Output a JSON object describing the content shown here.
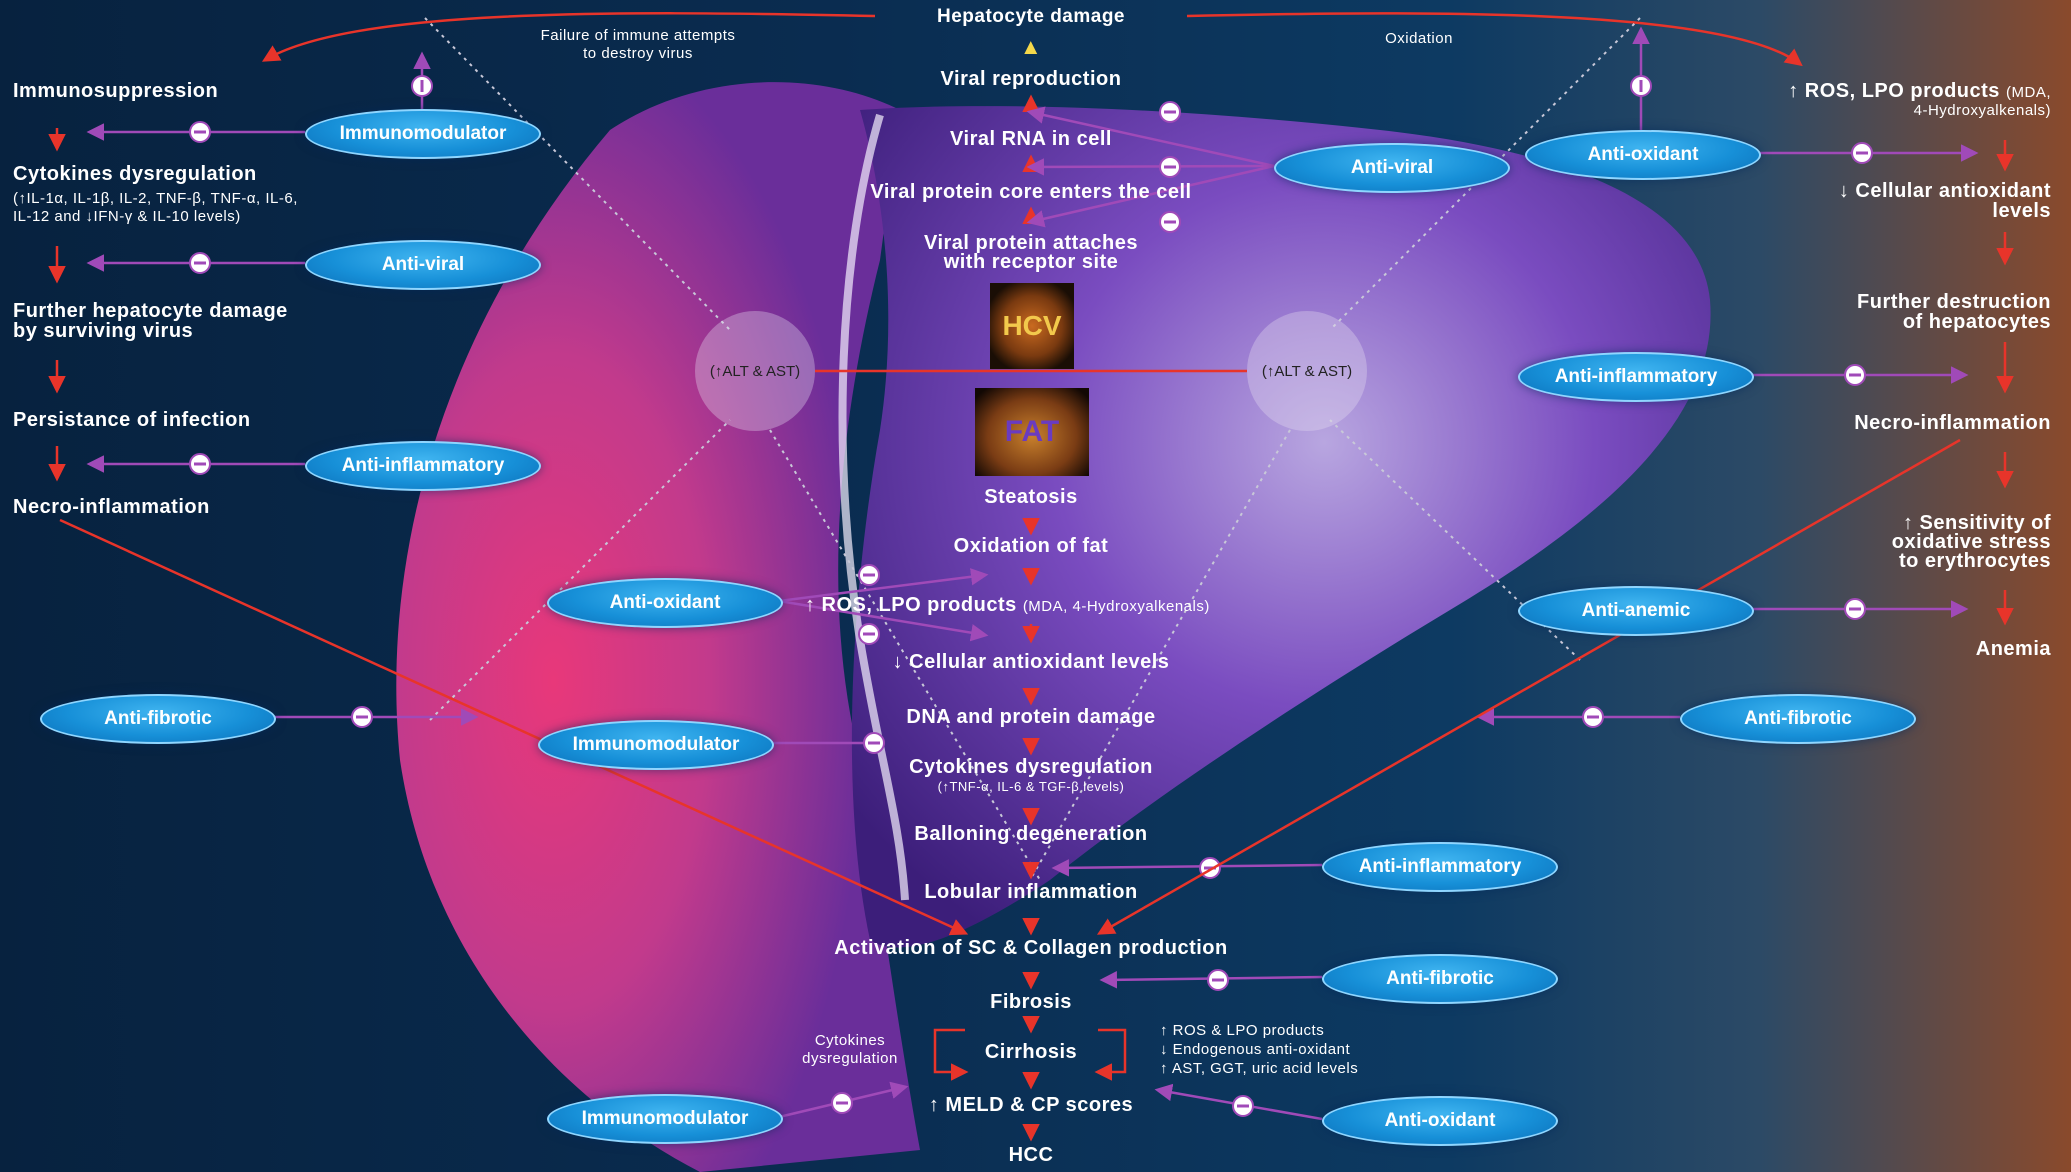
{
  "top": {
    "hepatocyte_damage": "Hepatocyte damage",
    "failure_note": "Failure of immune attempts to destroy virus",
    "oxidation": "Oxidation"
  },
  "left": {
    "immunosuppression": "Immunosuppression",
    "cytokines": "Cytokines dysregulation",
    "cytokines_sub1": "(↑IL-1α, IL-1β, IL-2, TNF-β, TNF-α, IL-6,",
    "cytokines_sub2": "IL-12 and ↓IFN-γ & IL-10 levels)",
    "further1": "Further hepatocyte damage",
    "further2": "by surviving virus",
    "persistance": "Persistance of infection",
    "necro": "Necro-inflammation"
  },
  "right": {
    "ros": "↑ ROS, LPO products",
    "ros_small": "(MDA,",
    "ros_sub": "4-Hydroxyalkenals)",
    "cellular1": "↓ Cellular antioxidant",
    "cellular2": "levels",
    "further1": "Further destruction",
    "further2": "of hepatocytes",
    "necro": "Necro-inflammation",
    "sens1": "↑ Sensitivity of",
    "sens2": "oxidative stress",
    "sens3": "to erythrocytes",
    "anemia": "Anemia"
  },
  "center": {
    "viral_reproduction": "Viral reproduction",
    "viral_rna": "Viral RNA in cell",
    "viral_core": "Viral protein core enters the cell",
    "attach1": "Viral protein attaches",
    "attach2": "with receptor site",
    "hcv": "HCV",
    "fat": "FAT",
    "steatosis": "Steatosis",
    "oxidation_fat": "Oxidation of fat",
    "ros": "↑ ROS, LPO products",
    "ros_small": "(MDA, 4-Hydroxyalkenals)",
    "cellular": "↓ Cellular antioxidant levels",
    "dna": "DNA and protein damage",
    "cytokines": "Cytokines dysregulation",
    "cytokines_sub": "(↑TNF-α, IL-6 & TGF-β levels)",
    "ballooning": "Balloning degeneration",
    "lobular": "Lobular inflammation",
    "activation": "Activation of SC & Collagen production",
    "fibrosis": "Fibrosis",
    "cirrhosis": "Cirrhosis",
    "meld": "↑ MELD & CP scores",
    "hcc": "HCC",
    "cyt_note1": "Cytokines",
    "cyt_note2": "dysregulation",
    "cirr_note1": "↑ ROS & LPO products",
    "cirr_note2": "↓ Endogenous anti-oxidant",
    "cirr_note3": "↑ AST, GGT, uric acid levels"
  },
  "circles": {
    "alt_ast": "(↑ALT & AST)"
  },
  "ovals": [
    "Immunomodulator",
    "Anti-viral",
    "Anti-inflammatory",
    "Anti-fibrotic",
    "Anti-oxidant",
    "Immunomodulator",
    "Immunomodulator",
    "Anti-viral",
    "Anti-oxidant",
    "Anti-inflammatory",
    "Anti-anemic",
    "Anti-fibrotic",
    "Anti-inflammatory",
    "Anti-fibrotic",
    "Anti-oxidant"
  ],
  "colors": {
    "red": "#e8342a",
    "purple": "#a04ab8",
    "oval": "#1790d8",
    "liver_pink": "#e0428a",
    "liver_purple": "#5a2a9a"
  }
}
